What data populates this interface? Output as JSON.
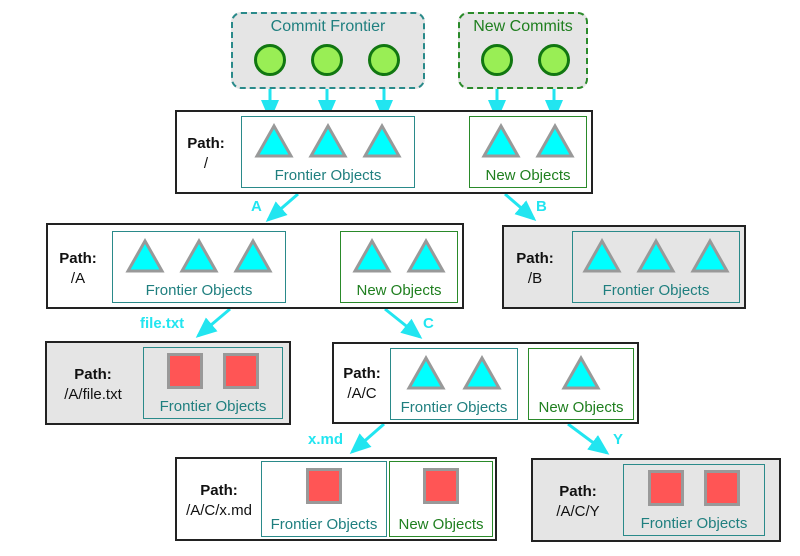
{
  "commit_groups": {
    "frontier": {
      "title": "Commit Frontier",
      "count": 3
    },
    "new": {
      "title": "New Commits",
      "count": 2
    }
  },
  "path_key": "Path:",
  "labels": {
    "frontier": "Frontier Objects",
    "new": "New Objects"
  },
  "nodes": [
    {
      "id": "root",
      "path": "/",
      "frontier_objects": 3,
      "new_objects": 2,
      "object_shape": "triangle",
      "shaded": false
    },
    {
      "id": "A",
      "path": "/A",
      "frontier_objects": 3,
      "new_objects": 2,
      "object_shape": "triangle",
      "shaded": false
    },
    {
      "id": "B",
      "path": "/B",
      "frontier_objects": 3,
      "new_objects": 0,
      "object_shape": "triangle",
      "shaded": true
    },
    {
      "id": "file",
      "path": "/A/file.txt",
      "frontier_objects": 2,
      "new_objects": 0,
      "object_shape": "square",
      "shaded": true
    },
    {
      "id": "C",
      "path": "/A/C",
      "frontier_objects": 2,
      "new_objects": 1,
      "object_shape": "triangle",
      "shaded": false
    },
    {
      "id": "xmd",
      "path": "/A/C/x.md",
      "frontier_objects": 1,
      "new_objects": 1,
      "object_shape": "square",
      "shaded": false
    },
    {
      "id": "Y",
      "path": "/A/C/Y",
      "frontier_objects": 2,
      "new_objects": 0,
      "object_shape": "square",
      "shaded": true
    }
  ],
  "edges": [
    {
      "from": "root",
      "to": "A",
      "label": "A"
    },
    {
      "from": "root",
      "to": "B",
      "label": "B"
    },
    {
      "from": "A",
      "to": "file",
      "label": "file.txt"
    },
    {
      "from": "A",
      "to": "C",
      "label": "C"
    },
    {
      "from": "C",
      "to": "xmd",
      "label": "x.md"
    },
    {
      "from": "C",
      "to": "Y",
      "label": "Y"
    }
  ],
  "colors": {
    "edge": "#22e5f0",
    "commit_fill": "#99ee55",
    "commit_stroke": "#117711",
    "triangle_fill": "#00ffff",
    "object_stroke": "#999999",
    "square_fill": "#ff5555",
    "frontier_border": "#2a8a8a",
    "new_border": "#2a8a2a"
  }
}
